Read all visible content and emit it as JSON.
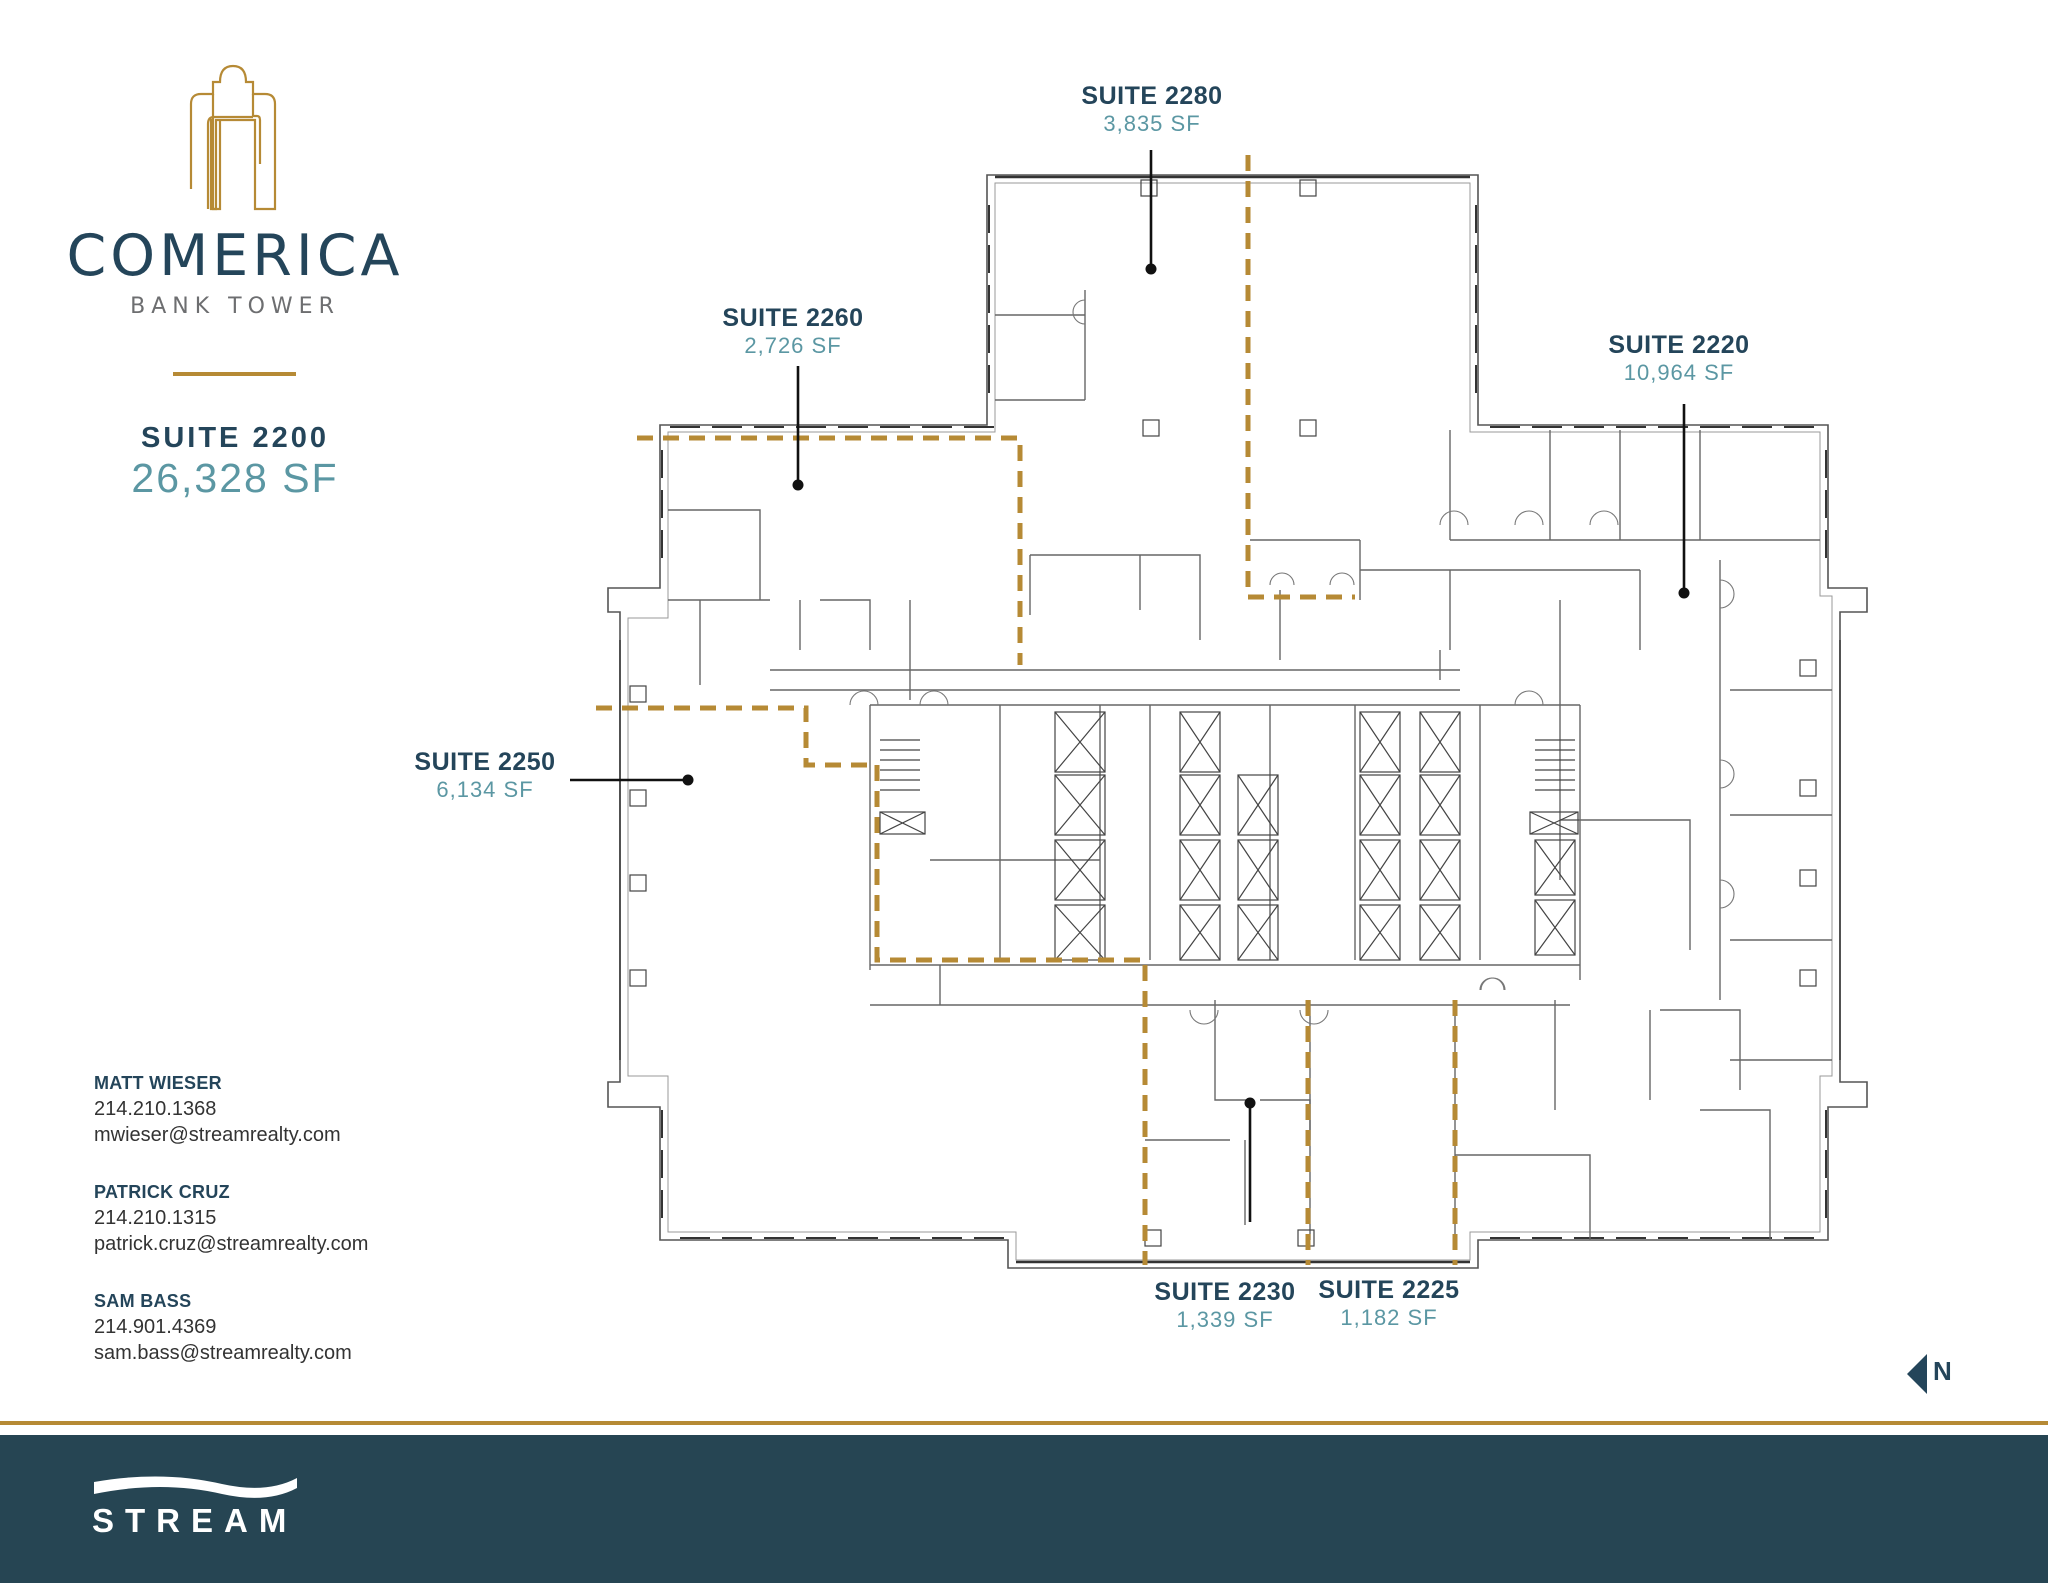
{
  "brand": {
    "name": "COMERICA",
    "subtitle": "BANK TOWER",
    "colors": {
      "navy": "#24455a",
      "teal": "#5b97a3",
      "gold": "#b68a35",
      "banner": "#264553"
    }
  },
  "summary": {
    "suite": "SUITE 2200",
    "area": "26,328 SF"
  },
  "suites": [
    {
      "id": "2280",
      "title": "SUITE 2280",
      "area": "3,835 SF"
    },
    {
      "id": "2260",
      "title": "SUITE 2260",
      "area": "2,726 SF"
    },
    {
      "id": "2220",
      "title": "SUITE 2220",
      "area": "10,964 SF"
    },
    {
      "id": "2250",
      "title": "SUITE 2250",
      "area": "6,134 SF"
    },
    {
      "id": "2230",
      "title": "SUITE 2230",
      "area": "1,339 SF"
    },
    {
      "id": "2225",
      "title": "SUITE 2225",
      "area": "1,182 SF"
    }
  ],
  "contacts": [
    {
      "name": "MATT WIESER",
      "phone": "214.210.1368",
      "email": "mwieser@streamrealty.com"
    },
    {
      "name": "PATRICK CRUZ",
      "phone": "214.210.1315",
      "email": "patrick.cruz@streamrealty.com"
    },
    {
      "name": "SAM BASS",
      "phone": "214.901.4369",
      "email": "sam.bass@streamrealty.com"
    }
  ],
  "compass": {
    "label": "N",
    "icon": "north-arrow-icon"
  },
  "footer": {
    "logo_text": "STREAM",
    "icon": "stream-wave-icon"
  }
}
